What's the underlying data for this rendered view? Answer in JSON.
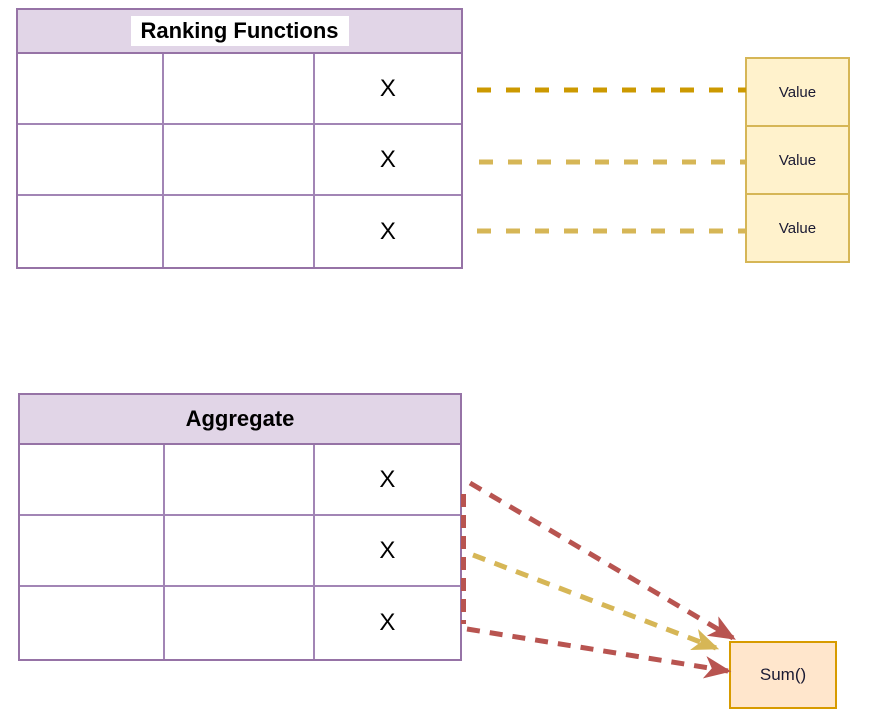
{
  "ranking_section": {
    "title": "Ranking Functions",
    "rows": [
      {
        "col1": "",
        "col2": "",
        "col3": "X"
      },
      {
        "col1": "",
        "col2": "",
        "col3": "X"
      },
      {
        "col1": "",
        "col2": "",
        "col3": "X"
      }
    ]
  },
  "value_boxes": [
    {
      "label": "Value"
    },
    {
      "label": "Value"
    },
    {
      "label": "Value"
    }
  ],
  "aggregate_section": {
    "title": "Aggregate",
    "rows": [
      {
        "col1": "",
        "col2": "",
        "col3": "X"
      },
      {
        "col1": "",
        "col2": "",
        "col3": "X"
      },
      {
        "col1": "",
        "col2": "",
        "col3": "X"
      }
    ]
  },
  "sum_box": {
    "label": "Sum()"
  },
  "colors": {
    "table_border": "#9673A6",
    "table_inner_border": "#A285B5",
    "header_fill": "#E1D5E7",
    "value_fill": "#FFF2CC",
    "value_border": "#D6B656",
    "sum_fill": "#FFE6CC",
    "sum_border": "#D79B00",
    "arrow_red": "#B85450",
    "arrow_gold": "#D6B656",
    "arrow_dark_gold": "#CC9900"
  },
  "connections": [
    {
      "from": "ranking-row-1",
      "to": "value-box-1",
      "style": "dashed-line",
      "color": "#CC9900"
    },
    {
      "from": "ranking-row-2",
      "to": "value-box-2",
      "style": "dashed-line",
      "color": "#D6B656"
    },
    {
      "from": "ranking-row-3",
      "to": "value-box-3",
      "style": "dashed-line",
      "color": "#D6B656"
    },
    {
      "from": "aggregate-row-1",
      "to": "sum-box",
      "style": "dashed-arrow",
      "color": "#B85450"
    },
    {
      "from": "aggregate-row-2",
      "to": "sum-box",
      "style": "dashed-arrow",
      "color": "#D6B656"
    },
    {
      "from": "aggregate-row-3",
      "to": "sum-box",
      "style": "dashed-arrow",
      "color": "#B85450"
    }
  ]
}
